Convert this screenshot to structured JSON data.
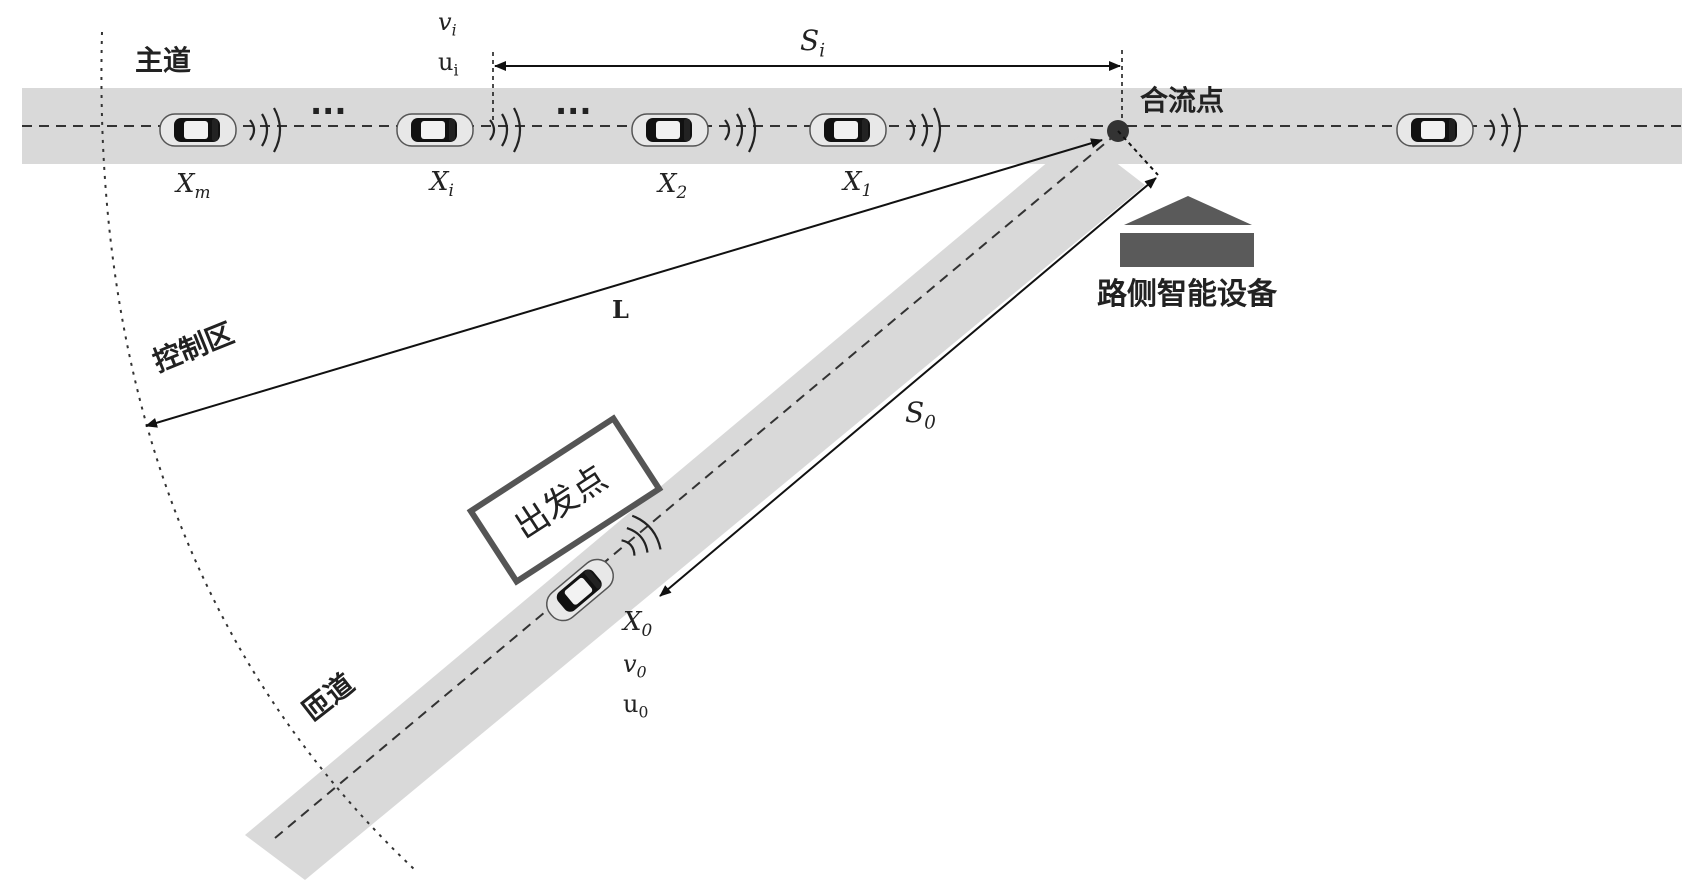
{
  "labels": {
    "main_road": "主道",
    "ramp": "匝道",
    "control_zone": "控制区",
    "merge_point": "合流点",
    "roadside_device": "路侧智能设备",
    "start_point": "出发点",
    "dots": "···"
  },
  "vehicles": {
    "xm": "X_m",
    "xi": "X_i",
    "x2": "X_2",
    "x1": "X_1",
    "x0": "X_0"
  },
  "variables": {
    "vi": "v_i",
    "ui": "u_i",
    "v0": "v_0",
    "u0": "u_0"
  },
  "distances": {
    "si": "S_i",
    "s0": "S_0",
    "L": "L"
  },
  "colors": {
    "road": "#d9d9d9",
    "device": "#5a5a5a",
    "car_body": "#e8e8e8",
    "car_glass": "#111111"
  }
}
